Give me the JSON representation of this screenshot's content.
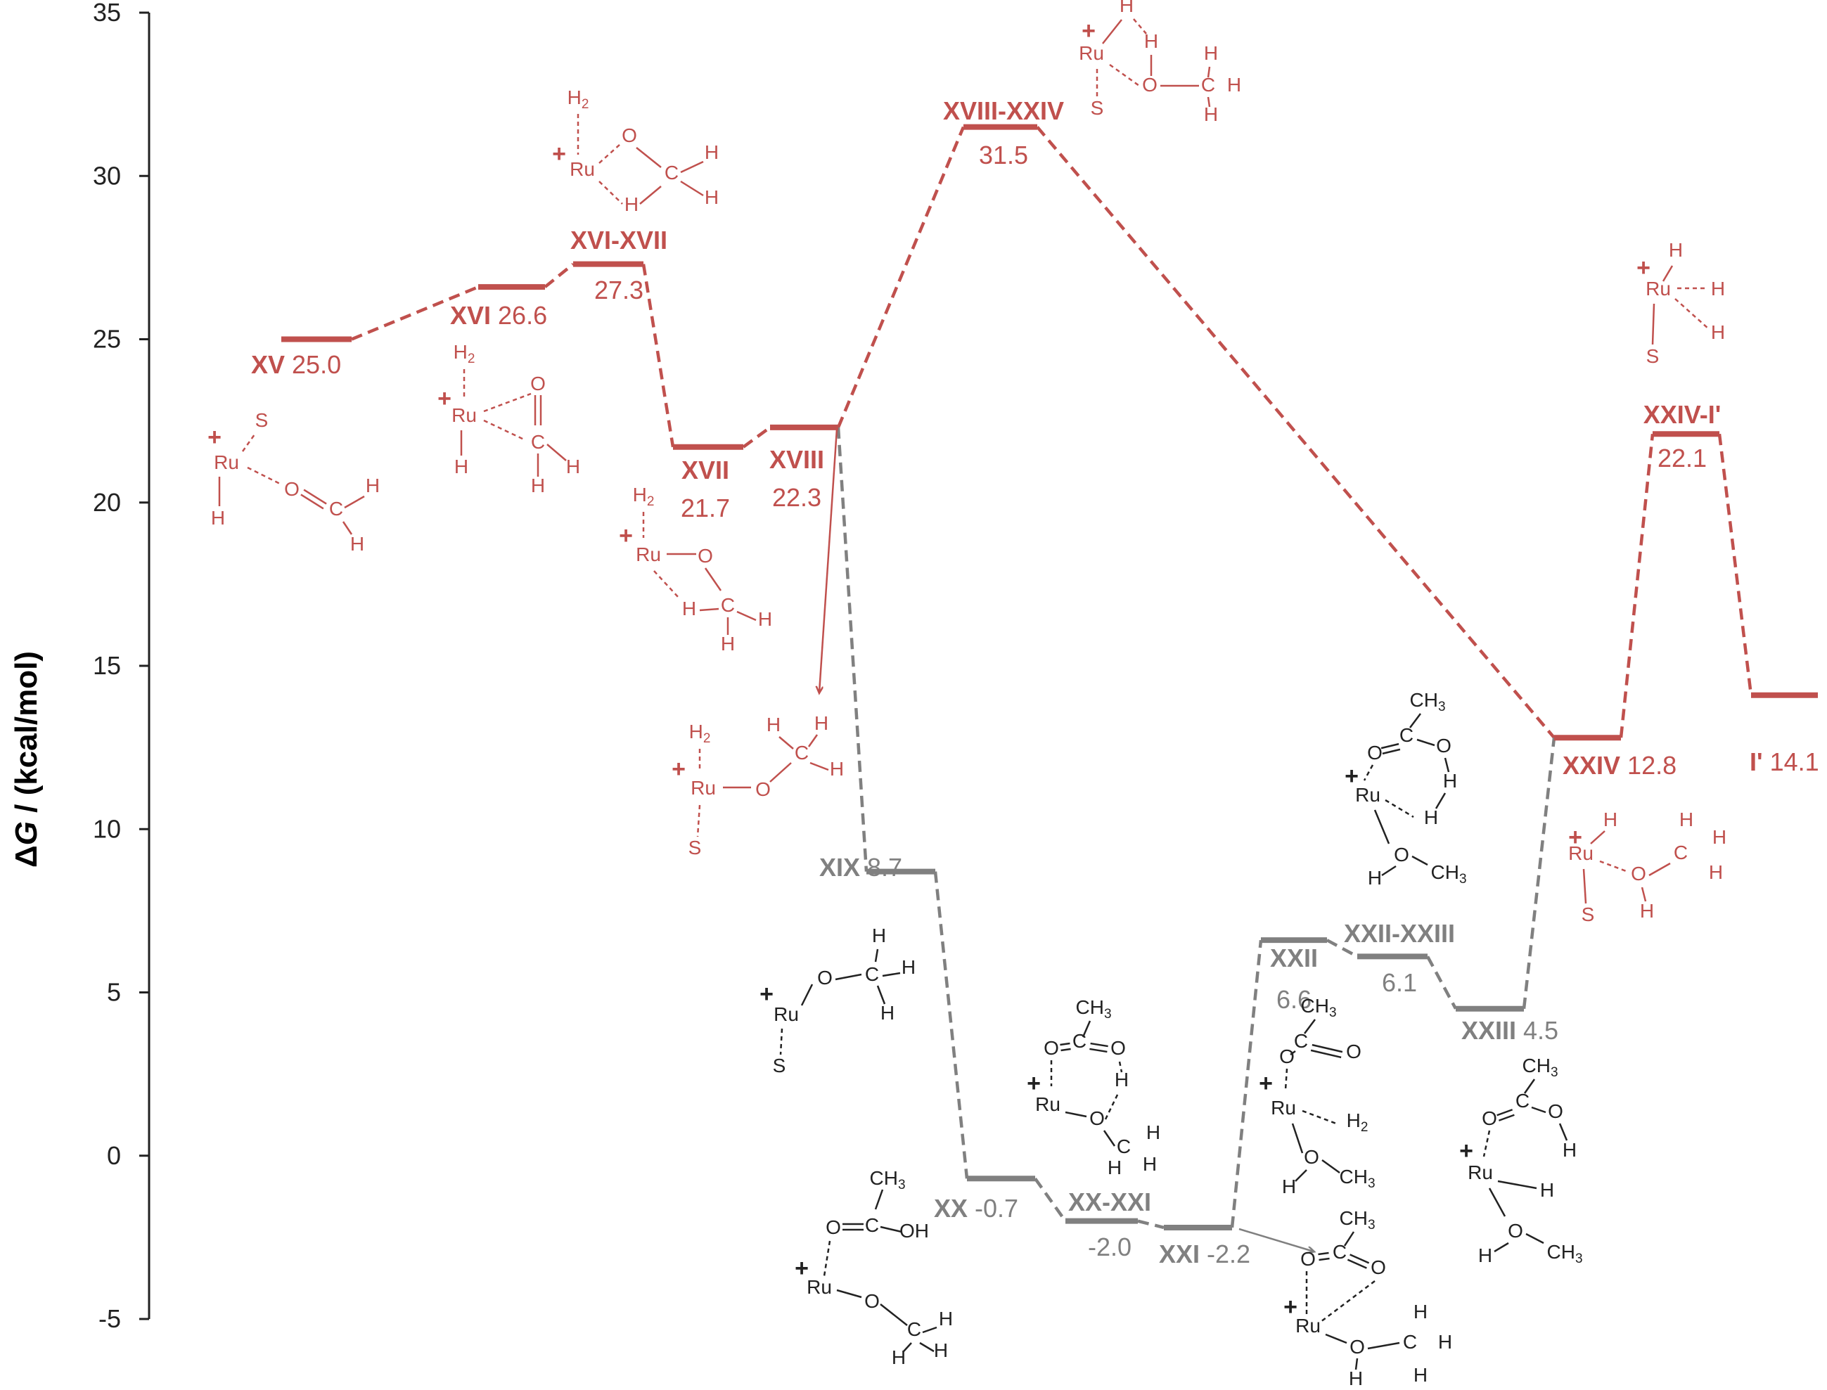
{
  "chart_data": {
    "type": "line",
    "title": "",
    "ylabel": "ΔG / (kcal/mol)",
    "xlabel": "",
    "ylim": [
      -5,
      35
    ],
    "yticks": [
      -5,
      0,
      5,
      10,
      15,
      20,
      25,
      30,
      35
    ],
    "grid": false,
    "legend": "none",
    "colors": {
      "red": "#c0504d",
      "gray": "#808080",
      "dark": "#222222"
    },
    "states": [
      {
        "id": "XV",
        "name": "XV",
        "value": 25.0,
        "value_label": "25.0",
        "series": "red"
      },
      {
        "id": "XVI",
        "name": "XVI",
        "value": 26.6,
        "value_label": "26.6",
        "series": "red"
      },
      {
        "id": "XVI-XVII",
        "name": "XVI-XVII",
        "value": 27.3,
        "value_label": "27.3",
        "series": "red"
      },
      {
        "id": "XVII",
        "name": "XVII",
        "value": 21.7,
        "value_label": "21.7",
        "series": "red"
      },
      {
        "id": "XVIII",
        "name": "XVIII",
        "value": 22.3,
        "value_label": "22.3",
        "series": "red"
      },
      {
        "id": "XVIII-XXIV",
        "name": "XVIII-XXIV",
        "value": 31.5,
        "value_label": "31.5",
        "series": "red"
      },
      {
        "id": "XIX",
        "name": "XIX",
        "value": 8.7,
        "value_label": "8.7",
        "series": "gray"
      },
      {
        "id": "XX",
        "name": "XX",
        "value": -0.7,
        "value_label": "-0.7",
        "series": "gray"
      },
      {
        "id": "XX-XXI",
        "name": "XX-XXI",
        "value": -2.0,
        "value_label": "-2.0",
        "series": "gray"
      },
      {
        "id": "XXI",
        "name": "XXI",
        "value": -2.2,
        "value_label": "-2.2",
        "series": "gray"
      },
      {
        "id": "XXII",
        "name": "XXII",
        "value": 6.6,
        "value_label": "6.6",
        "series": "gray"
      },
      {
        "id": "XXII-XXIII",
        "name": "XXII-XXIII",
        "value": 6.1,
        "value_label": "6.1",
        "series": "gray"
      },
      {
        "id": "XXIII",
        "name": "XXIII",
        "value": 4.5,
        "value_label": "4.5",
        "series": "gray"
      },
      {
        "id": "XXIV",
        "name": "XXIV",
        "value": 12.8,
        "value_label": "12.8",
        "series": "red"
      },
      {
        "id": "XXIV-I'",
        "name": "XXIV-I'",
        "value": 22.1,
        "value_label": "22.1",
        "series": "red"
      },
      {
        "id": "I'",
        "name": "I'",
        "value": 14.1,
        "value_label": "14.1",
        "series": "red"
      }
    ],
    "connections": [
      {
        "from": "XV",
        "to": "XVI",
        "series": "red"
      },
      {
        "from": "XVI",
        "to": "XVI-XVII",
        "series": "red"
      },
      {
        "from": "XVI-XVII",
        "to": "XVII",
        "series": "red"
      },
      {
        "from": "XVII",
        "to": "XVIII",
        "series": "red"
      },
      {
        "from": "XVIII",
        "to": "XVIII-XXIV",
        "series": "red"
      },
      {
        "from": "XVIII-XXIV",
        "to": "XXIV",
        "series": "red"
      },
      {
        "from": "XXIV",
        "to": "XXIV-I'",
        "series": "red"
      },
      {
        "from": "XXIV-I'",
        "to": "I'",
        "series": "red"
      },
      {
        "from": "XVIII",
        "to": "XIX",
        "series": "gray"
      },
      {
        "from": "XIX",
        "to": "XX",
        "series": "gray"
      },
      {
        "from": "XX",
        "to": "XX-XXI",
        "series": "gray"
      },
      {
        "from": "XX-XXI",
        "to": "XXI",
        "series": "gray"
      },
      {
        "from": "XXI",
        "to": "XXII",
        "series": "gray"
      },
      {
        "from": "XXII",
        "to": "XXII-XXIII",
        "series": "gray"
      },
      {
        "from": "XXII-XXIII",
        "to": "XXIII",
        "series": "gray"
      },
      {
        "from": "XXIII",
        "to": "XXIV",
        "series": "gray"
      }
    ],
    "structure_labels": {
      "ru": "Ru",
      "s": "S",
      "h": "H",
      "o": "O",
      "c": "C",
      "ch": "CH",
      "oh": "OH",
      "plus": "+",
      "sub2": "2",
      "sub3": "3"
    }
  }
}
